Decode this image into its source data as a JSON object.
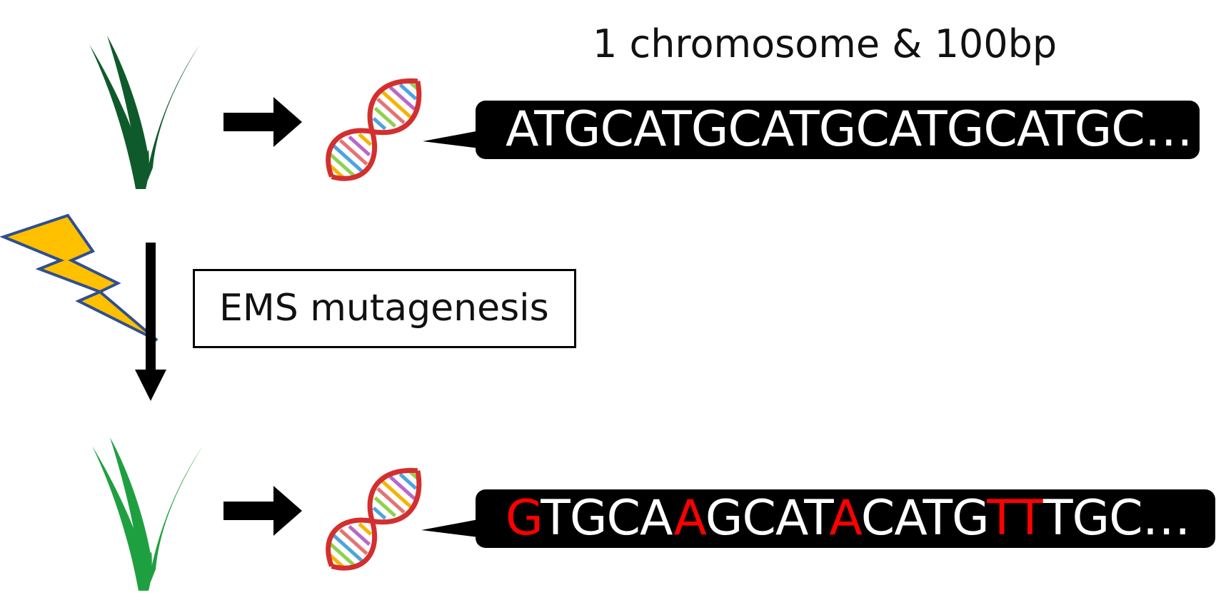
{
  "header": {
    "label": "1 chromosome & 100bp"
  },
  "process": {
    "label": "EMS mutagenesis"
  },
  "sequences": {
    "original": {
      "text": "ATGCATGCATGCATGCATGC…"
    },
    "mutant": {
      "segments": [
        {
          "text": "G",
          "mutated": true
        },
        {
          "text": "TGCA",
          "mutated": false
        },
        {
          "text": "A",
          "mutated": true
        },
        {
          "text": "GCAT",
          "mutated": false
        },
        {
          "text": "A",
          "mutated": true
        },
        {
          "text": "CATG",
          "mutated": false
        },
        {
          "text": "TT",
          "mutated": true
        },
        {
          "text": "TGC…",
          "mutated": false
        }
      ]
    }
  },
  "colors": {
    "mutation": "#ff0000",
    "wild_plant": "#0f5a2b",
    "mutant_plant": "#1fa040",
    "lightning": "#ffc000",
    "lightning_outline": "#2f4f8f",
    "sequence_box": "#000000",
    "sequence_text": "#ffffff"
  },
  "icons": {
    "plant": "plant-icon",
    "dna": "dna-icon",
    "arrow": "arrow-icon",
    "lightning": "lightning-icon"
  }
}
